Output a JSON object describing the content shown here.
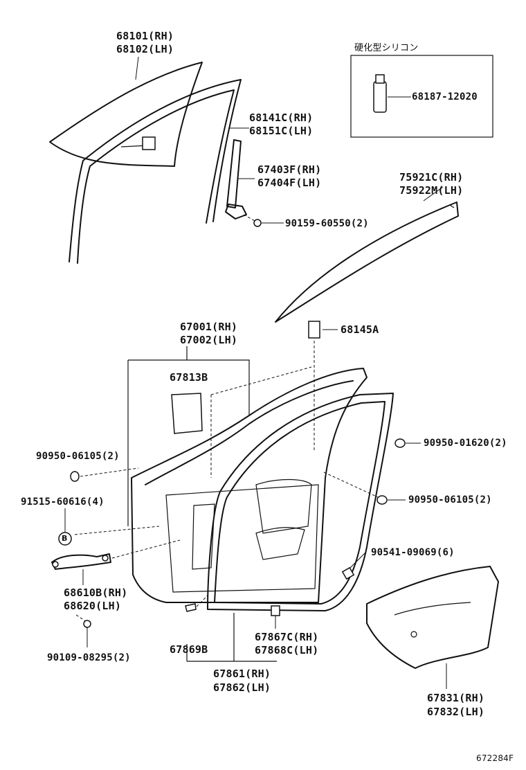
{
  "labels": {
    "glass": [
      "68101(RH)",
      "68102(LH)"
    ],
    "run": [
      "68141C(RH)",
      "68151C(LH)"
    ],
    "frame": [
      "67403F(RH)",
      "67404F(LH)"
    ],
    "screw": "90159-60550(2)",
    "silicone_title": "硬化型シリコン",
    "silicone_part": "68187-12020",
    "molding": [
      "75921C(RH)",
      "75922M(LH)"
    ],
    "pad": "68145A",
    "panel": [
      "67001(RH)",
      "67002(LH)"
    ],
    "seal_sheet": "67813B",
    "plug_upper_right": "90950-01620(2)",
    "plug_left": "90950-06105(2)",
    "bolt_hinge": "91515-60616(4)",
    "plug_lower_right": "90950-06105(2)",
    "clip": "90541-09069(6)",
    "check": [
      "68610B(RH)",
      "68620(LH)"
    ],
    "bolt_check": "90109-08295(2)",
    "clip_b": "67869B",
    "clip_c": [
      "67867C(RH)",
      "67868C(LH)"
    ],
    "weatherstrip": [
      "67861(RH)",
      "67862(LH)"
    ],
    "service_hole_cover": [
      "67831(RH)",
      "67832(LH)"
    ],
    "bolt_marker": "B",
    "diagram_code": "672284F"
  }
}
